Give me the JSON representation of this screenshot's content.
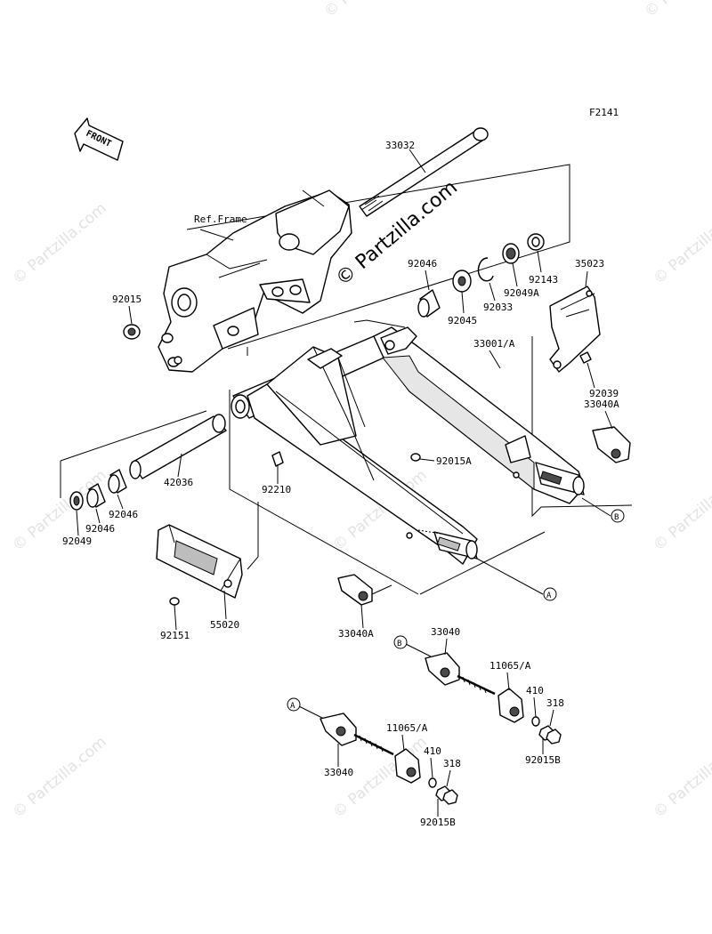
{
  "figure_code": "F2141",
  "front_label": "FRONT",
  "ref_frame_label": "Ref.Frame",
  "center_watermark": "© Partzilla.com",
  "watermark_text": "© Partzilla.com",
  "parts": {
    "p33032": "33032",
    "p92046_top": "92046",
    "p92045": "92045",
    "p92033": "92033",
    "p92049A": "92049A",
    "p92143": "92143",
    "p35023": "35023",
    "p92015": "92015",
    "p33001A": "33001/A",
    "p92039": "92039",
    "p33040A_right": "33040A",
    "p92015A": "92015A",
    "p42036": "42036",
    "p92210": "92210",
    "p92046_a": "92046",
    "p92046_b": "92046",
    "p92049": "92049",
    "p55020": "55020",
    "p92151": "92151",
    "p33040A_bottom": "33040A",
    "p33040_b": "33040",
    "p11065A_b": "11065/A",
    "p410_b": "410",
    "p318_b": "318",
    "p92015B_b": "92015B",
    "p33040_a": "33040",
    "p11065A_a": "11065/A",
    "p410_a": "410",
    "p318_a": "318",
    "p92015B_a": "92015B"
  },
  "callouts": {
    "a": "A",
    "b": "B"
  }
}
